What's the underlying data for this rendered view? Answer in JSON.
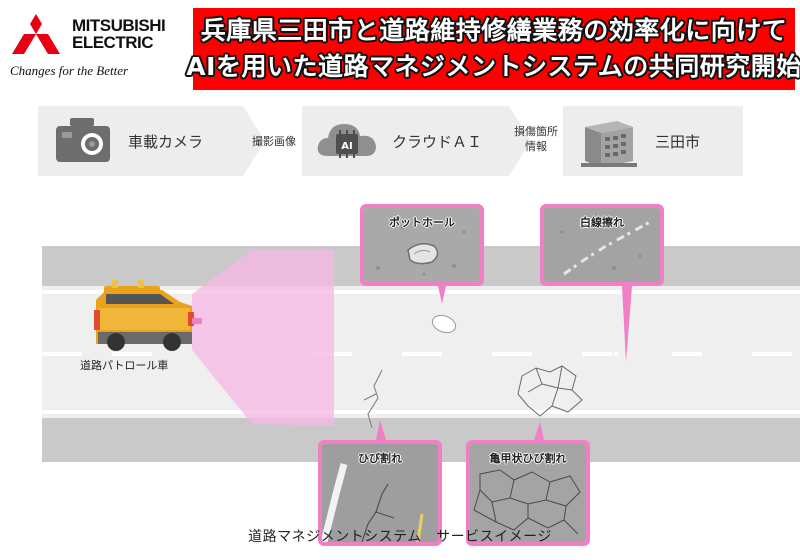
{
  "header": {
    "logo": {
      "line1": "MITSUBISHI",
      "line2": "ELECTRIC",
      "tagline": "Changes for the Better"
    },
    "title_lines": [
      "兵庫県三田市と道路維持修繕業務の効率化に向けて",
      "AIを用いた道路マネジメントシステムの共同研究開始"
    ]
  },
  "flow": {
    "steps": [
      {
        "label": "車載カメラ",
        "icon": "dashcam-icon"
      },
      {
        "label": "クラウドＡＩ",
        "icon": "cloud-ai-icon"
      },
      {
        "label": "三田市",
        "icon": "city-hall-icon"
      }
    ],
    "connectors": [
      {
        "lines": [
          "撮影画像"
        ]
      },
      {
        "lines": [
          "損傷箇所",
          "情報"
        ]
      }
    ]
  },
  "scene": {
    "car_label": "道路パトロール車",
    "callouts": [
      {
        "id": "pothole",
        "label": "ポットホール"
      },
      {
        "id": "whiteline",
        "label": "白線擦れ"
      },
      {
        "id": "hibi",
        "label": "ひび割れ"
      },
      {
        "id": "kikko",
        "label": "亀甲状ひび割れ"
      }
    ]
  },
  "caption": "道路マネジメントシステム　サービスイメージ",
  "colors": {
    "banner": "#ff0000",
    "logo_red": "#e60012",
    "callout_border": "#f07fc6",
    "camera_beam": "#f5b7e3",
    "road": "#efefef",
    "shoulder": "#c8c8c8",
    "car": "#e8a21c"
  }
}
